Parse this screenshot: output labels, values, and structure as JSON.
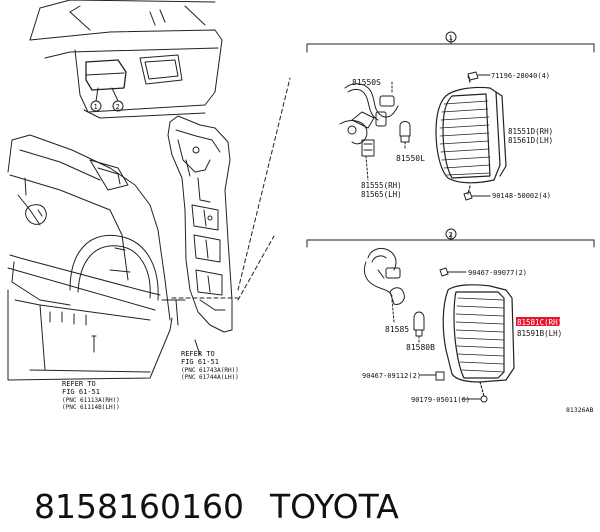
{
  "caption": {
    "part_number": "8158160160",
    "brand": "TOYOTA"
  },
  "diagram": {
    "figure_code": "81326AB",
    "callouts": [
      "1",
      "2"
    ],
    "group1": {
      "socket": "81550S",
      "bulb": "81550L",
      "socket_assy_rh": "81555(RH)",
      "socket_assy_lh": "81565(LH)",
      "screw_top": "71196-28040(4)",
      "lamp_rh": "81551D(RH)",
      "lamp_lh": "81561D(LH)",
      "screw_bottom": "90148-50002(4)"
    },
    "group2": {
      "screw_top": "90467-09077(2)",
      "lamp_rh": "81581C(RH)",
      "lamp_lh": "81591B(LH)",
      "socket": "81585",
      "bulb": "81580B",
      "clip": "90467-09112(2)",
      "nut": "90179-05011(6)"
    },
    "refer_left": {
      "line1": "REFER TO",
      "line2": "FIG 61-51",
      "line3": "(PNC 61113A(RH))",
      "line4": "(PNC 61114B(LH))"
    },
    "refer_right": {
      "line1": "REFER TO",
      "line2": "FIG 61-51",
      "line3": "(PNC 61743A(RH))",
      "line4": "(PNC 61744A(LH))"
    },
    "highlight_color": "#e8152f"
  }
}
